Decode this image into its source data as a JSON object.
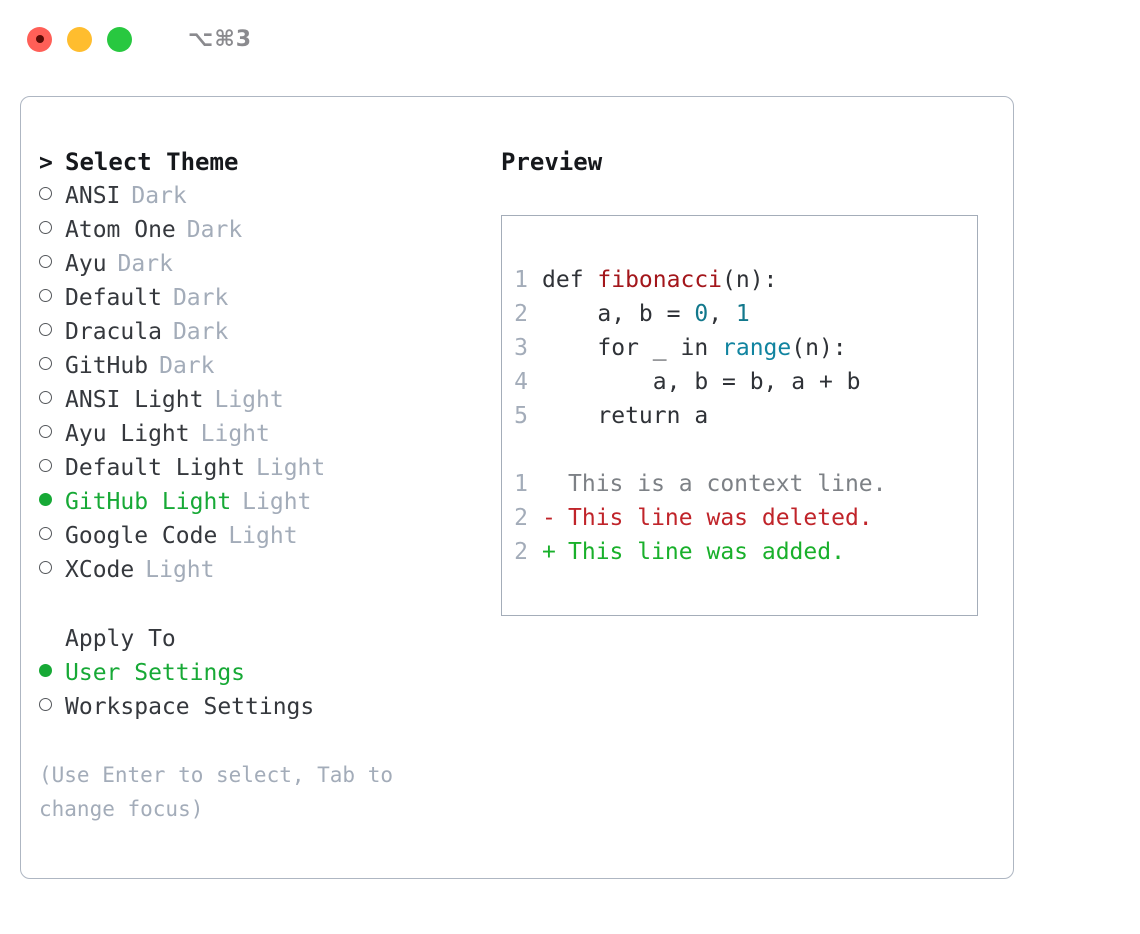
{
  "titlebar": {
    "shortcut_label": "⌥⌘3",
    "controls": [
      {
        "name": "close",
        "color": "#ff5f57"
      },
      {
        "name": "minimize",
        "color": "#ffbd2e"
      },
      {
        "name": "maximize",
        "color": "#28c840"
      }
    ]
  },
  "theme_picker": {
    "header_prompt": ">",
    "header_label": "Select Theme",
    "items": [
      {
        "marker": "○",
        "name": "ANSI",
        "kind": "Dark",
        "selected": false
      },
      {
        "marker": "○",
        "name": "Atom One",
        "kind": "Dark",
        "selected": false
      },
      {
        "marker": "○",
        "name": "Ayu",
        "kind": "Dark",
        "selected": false
      },
      {
        "marker": "○",
        "name": "Default",
        "kind": "Dark",
        "selected": false
      },
      {
        "marker": "○",
        "name": "Dracula",
        "kind": "Dark",
        "selected": false
      },
      {
        "marker": "○",
        "name": "GitHub",
        "kind": "Dark",
        "selected": false
      },
      {
        "marker": "○",
        "name": "ANSI Light",
        "kind": "Light",
        "selected": false
      },
      {
        "marker": "○",
        "name": "Ayu Light",
        "kind": "Light",
        "selected": false
      },
      {
        "marker": "○",
        "name": "Default Light",
        "kind": "Light",
        "selected": false
      },
      {
        "marker": "●",
        "name": "GitHub Light",
        "kind": "Light",
        "selected": true
      },
      {
        "marker": "○",
        "name": "Google Code",
        "kind": "Light",
        "selected": false
      },
      {
        "marker": "○",
        "name": "XCode",
        "kind": "Light",
        "selected": false
      }
    ]
  },
  "apply_to": {
    "label": "Apply To",
    "options": [
      {
        "marker": "●",
        "label": "User Settings",
        "selected": true
      },
      {
        "marker": "○",
        "label": "Workspace Settings",
        "selected": false
      }
    ]
  },
  "hint": {
    "text": "(Use Enter to select, Tab to change focus)"
  },
  "preview": {
    "header": "Preview",
    "code_lines": [
      {
        "no": "1",
        "tokens": [
          {
            "t": "def ",
            "c": "plain"
          },
          {
            "t": "fibonacci",
            "c": "fn"
          },
          {
            "t": "(n):",
            "c": "plain"
          }
        ]
      },
      {
        "no": "2",
        "tokens": [
          {
            "t": "    a, b = ",
            "c": "plain"
          },
          {
            "t": "0",
            "c": "num"
          },
          {
            "t": ", ",
            "c": "plain"
          },
          {
            "t": "1",
            "c": "num"
          }
        ]
      },
      {
        "no": "3",
        "tokens": [
          {
            "t": "    for _ in ",
            "c": "plain"
          },
          {
            "t": "range",
            "c": "call"
          },
          {
            "t": "(n):",
            "c": "plain"
          }
        ]
      },
      {
        "no": "4",
        "tokens": [
          {
            "t": "        a, b = b, a + b",
            "c": "plain"
          }
        ]
      },
      {
        "no": "5",
        "tokens": [
          {
            "t": "    return a",
            "c": "plain"
          }
        ]
      }
    ],
    "diff_lines": [
      {
        "no": "1",
        "sign": " ",
        "text": "This is a context line.",
        "kind": "context"
      },
      {
        "no": "2",
        "sign": "-",
        "text": "This line was deleted.",
        "kind": "del"
      },
      {
        "no": "2",
        "sign": "+",
        "text": "This line was added.",
        "kind": "add"
      }
    ]
  },
  "colors": {
    "accent_green": "#17a936",
    "muted": "#a3acb9",
    "border": "#aeb6c2",
    "fn_red": "#a3161b",
    "call_blue": "#1184a0",
    "num_teal": "#12788c",
    "diff_add": "#19b02b",
    "diff_del": "#c0242a"
  }
}
